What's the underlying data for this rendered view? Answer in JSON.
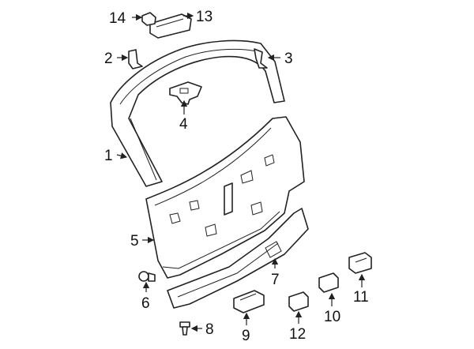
{
  "callouts": {
    "c1": "1",
    "c2": "2",
    "c3": "3",
    "c4": "4",
    "c5": "5",
    "c6": "6",
    "c7": "7",
    "c8": "8",
    "c9": "9",
    "c10": "10",
    "c11": "11",
    "c12": "12",
    "c13": "13",
    "c14": "14"
  },
  "colors": {
    "line": "#222222",
    "background": "#ffffff"
  }
}
